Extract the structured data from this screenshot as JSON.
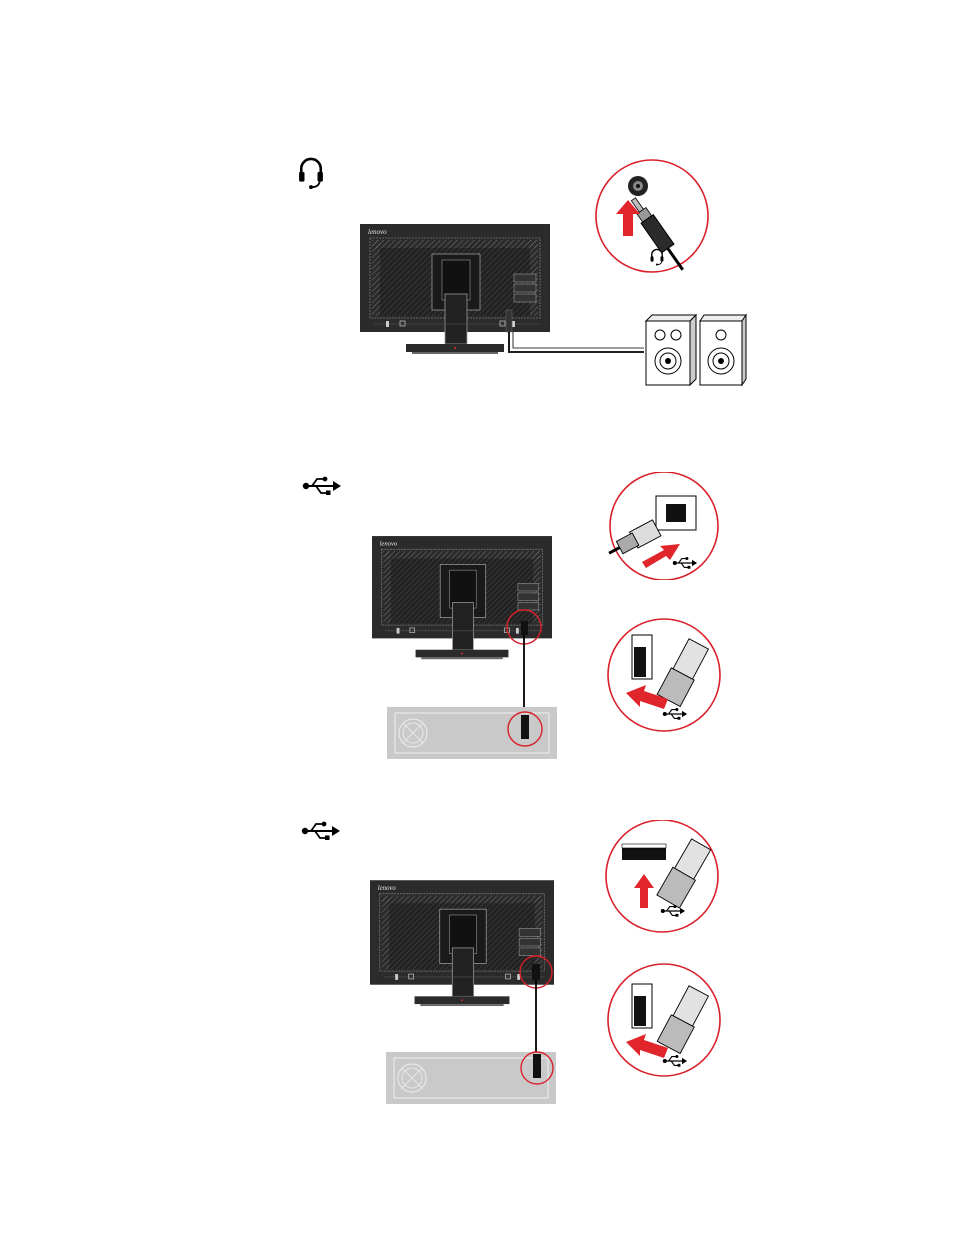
{
  "brand": {
    "logo_text": "lenovo"
  },
  "colors": {
    "accent_red": "#e0262b",
    "callout_border": "#d9202a",
    "monitor_body": "#2a2a2a",
    "computer_case": "#c8c8c8"
  },
  "icons": {
    "headphone": "headphone-icon",
    "usb": "usb-icon"
  },
  "steps": [
    {
      "id": "headphone",
      "icon": "headphone-icon"
    },
    {
      "id": "usb-upstream",
      "icon": "usb-icon"
    },
    {
      "id": "usb-downstream",
      "icon": "usb-icon"
    }
  ]
}
